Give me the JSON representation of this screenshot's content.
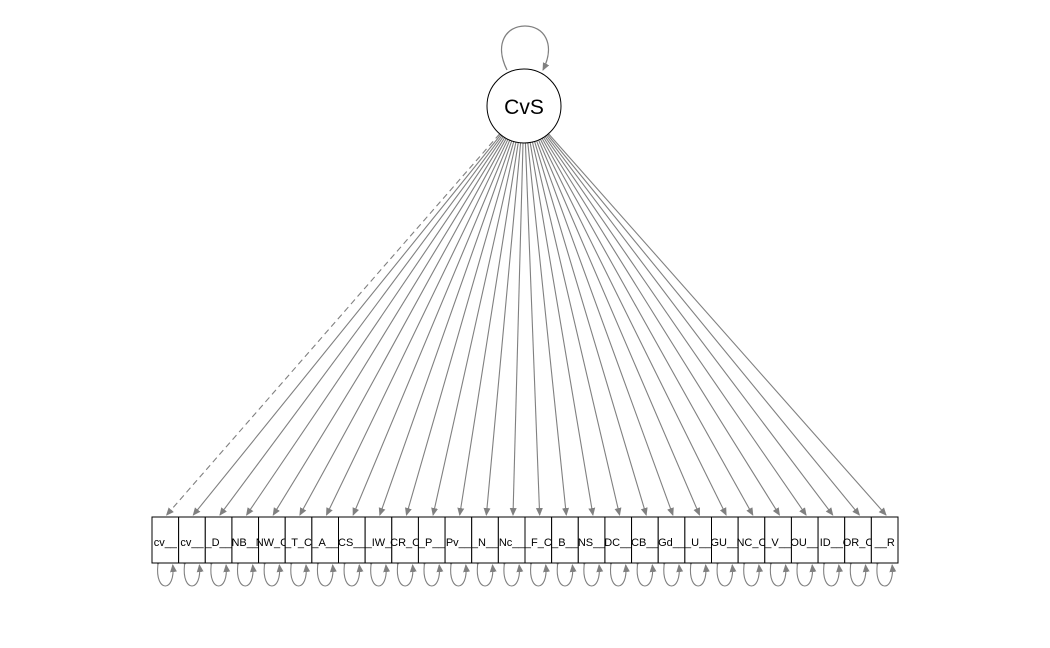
{
  "diagram": {
    "latent": {
      "label": "CvS"
    },
    "indicators": [
      {
        "label": "cv__"
      },
      {
        "label": "cv__"
      },
      {
        "label": "_D__"
      },
      {
        "label": "NB__"
      },
      {
        "label": "NW_C"
      },
      {
        "label": "_T_C"
      },
      {
        "label": "_A__"
      },
      {
        "label": "CS__"
      },
      {
        "label": "_IW_"
      },
      {
        "label": "CR_C"
      },
      {
        "label": "_P__"
      },
      {
        "label": "Pv__"
      },
      {
        "label": "_N__"
      },
      {
        "label": "Nc__"
      },
      {
        "label": "_F_C"
      },
      {
        "label": "_B__"
      },
      {
        "label": "NS__"
      },
      {
        "label": "DC__"
      },
      {
        "label": "CB__"
      },
      {
        "label": "Gd__"
      },
      {
        "label": "_U__"
      },
      {
        "label": "GU__"
      },
      {
        "label": "NC_C"
      },
      {
        "label": "_V__"
      },
      {
        "label": "OU__"
      },
      {
        "label": "ID__"
      },
      {
        "label": "OR_C"
      },
      {
        "label": "__R"
      }
    ],
    "first_loading_fixed": true,
    "colors": {
      "edge": "#808080",
      "node_stroke": "#000000",
      "node_fill": "#ffffff"
    }
  }
}
